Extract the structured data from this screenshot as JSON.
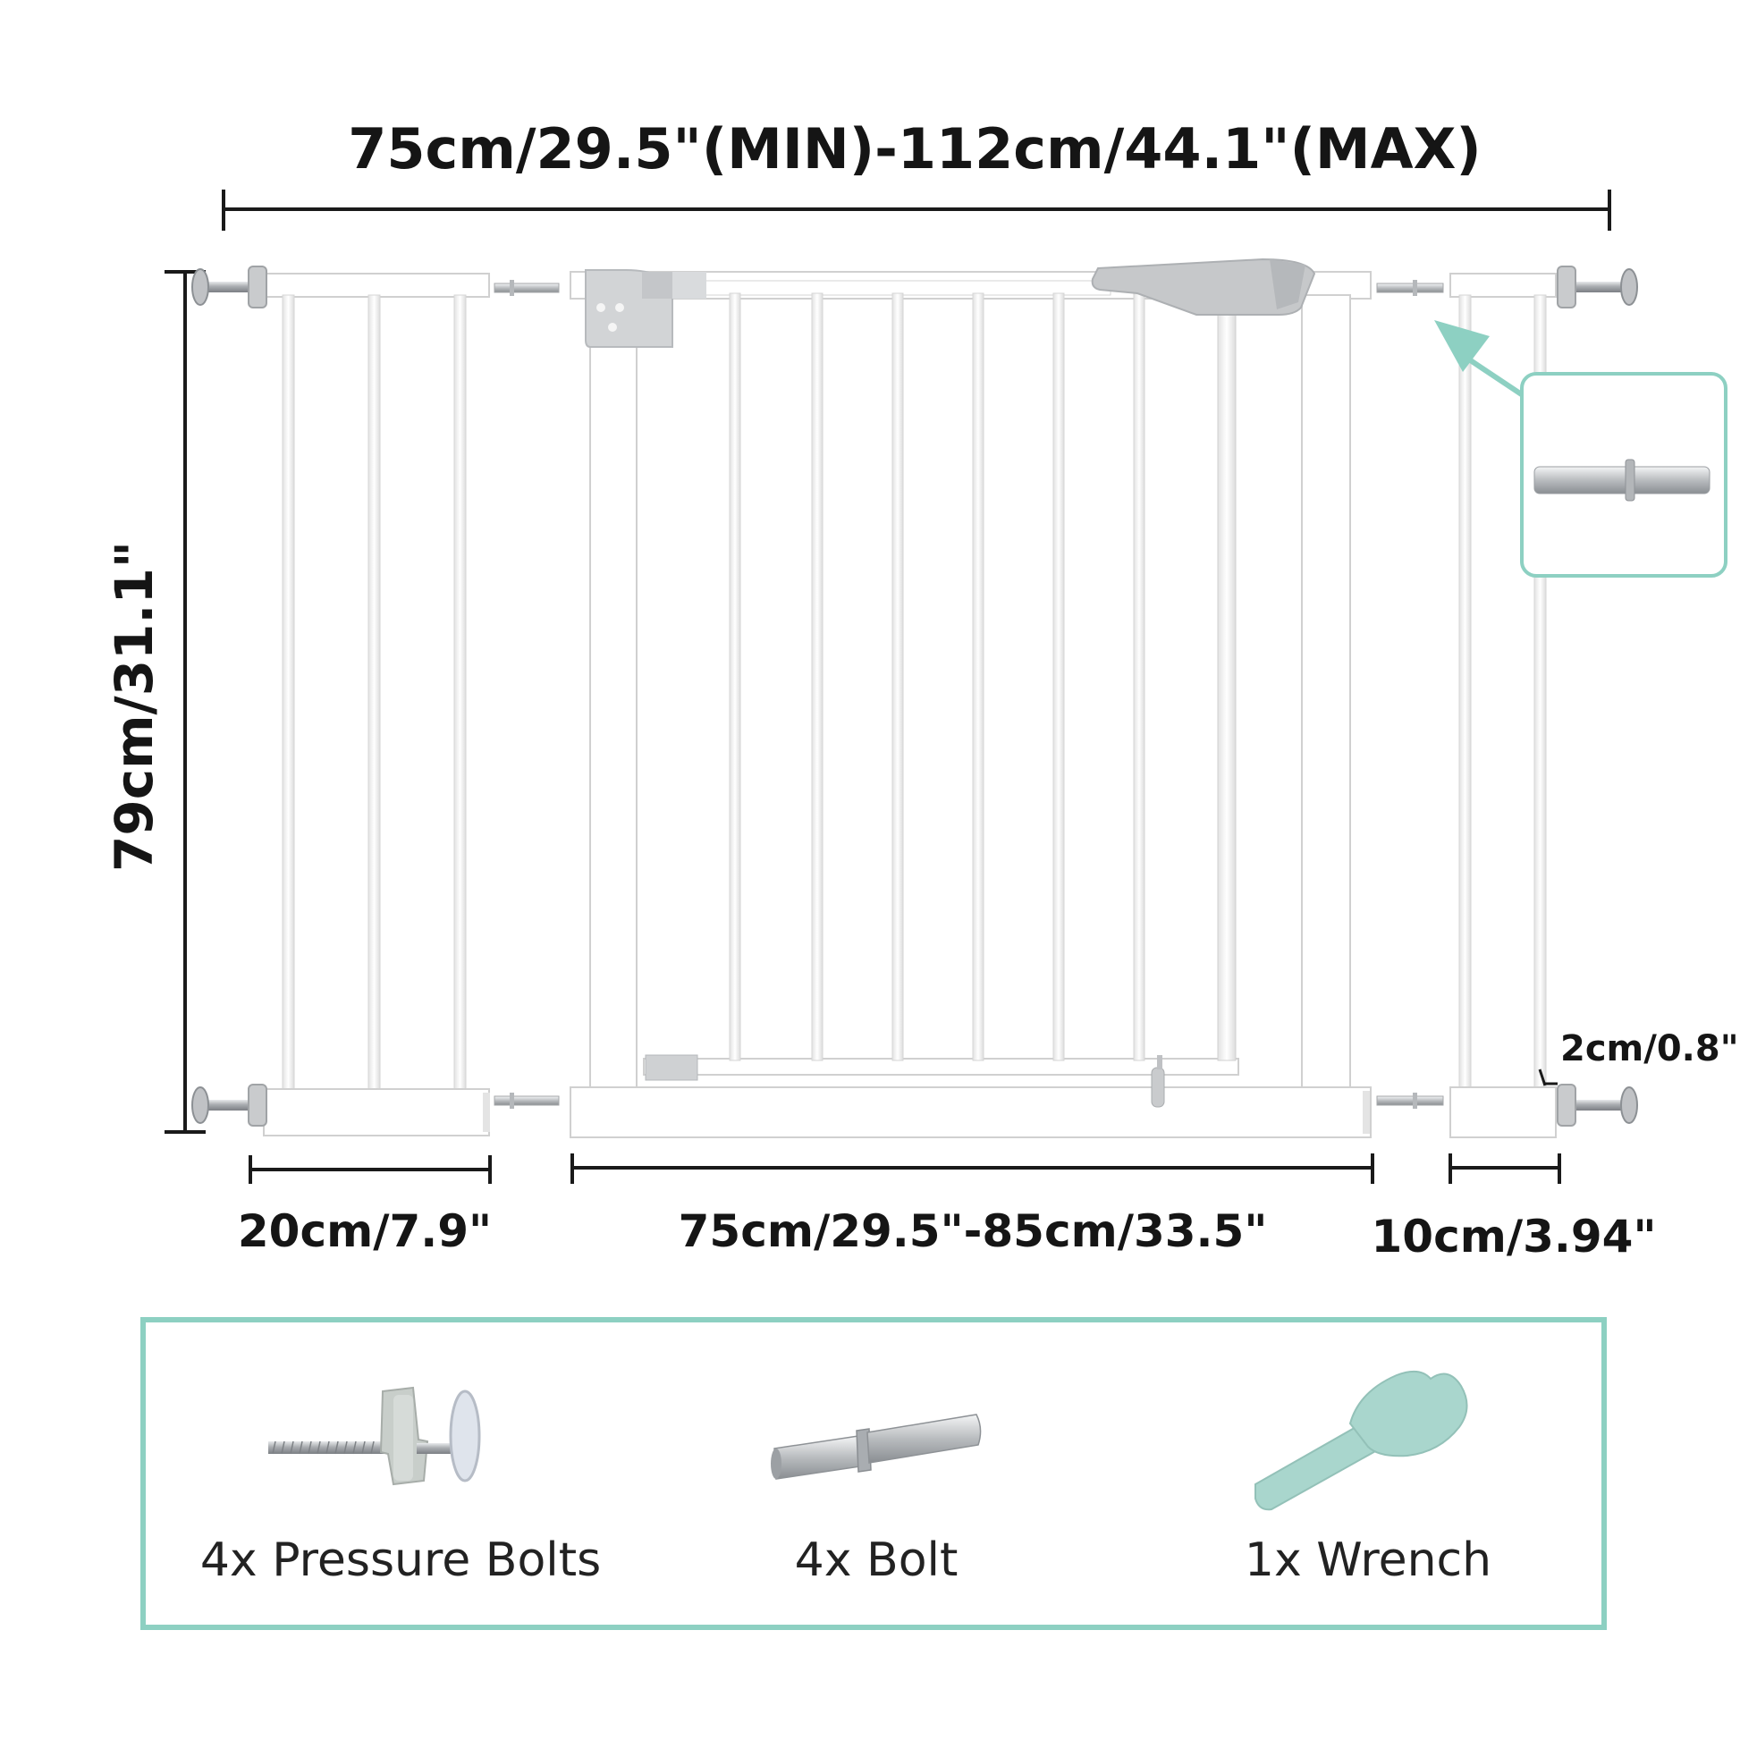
{
  "dimensions": {
    "total_width": "75cm/29.5\"(MIN)-112cm/44.1\"(MAX)",
    "height": "79cm/31.1\"",
    "left_extension": "20cm/7.9\"",
    "main_gate": "75cm/29.5\"-85cm/33.5\"",
    "right_extension": "10cm/3.94\"",
    "bolt_gap": "2cm/0.8\""
  },
  "parts": {
    "pressure_bolts": "4x Pressure Bolts",
    "bolt": "4x Bolt",
    "wrench": "1x Wrench"
  },
  "colors": {
    "accent": "#8dd0c2",
    "frame": "#ffffff",
    "frame_edge": "#d4d4d4",
    "hardware": "#c3c5c7",
    "text": "#151515"
  },
  "icons": [
    "pressure-bolt-icon",
    "bolt-icon",
    "wrench-icon",
    "gate-illustration",
    "extension-panel"
  ]
}
